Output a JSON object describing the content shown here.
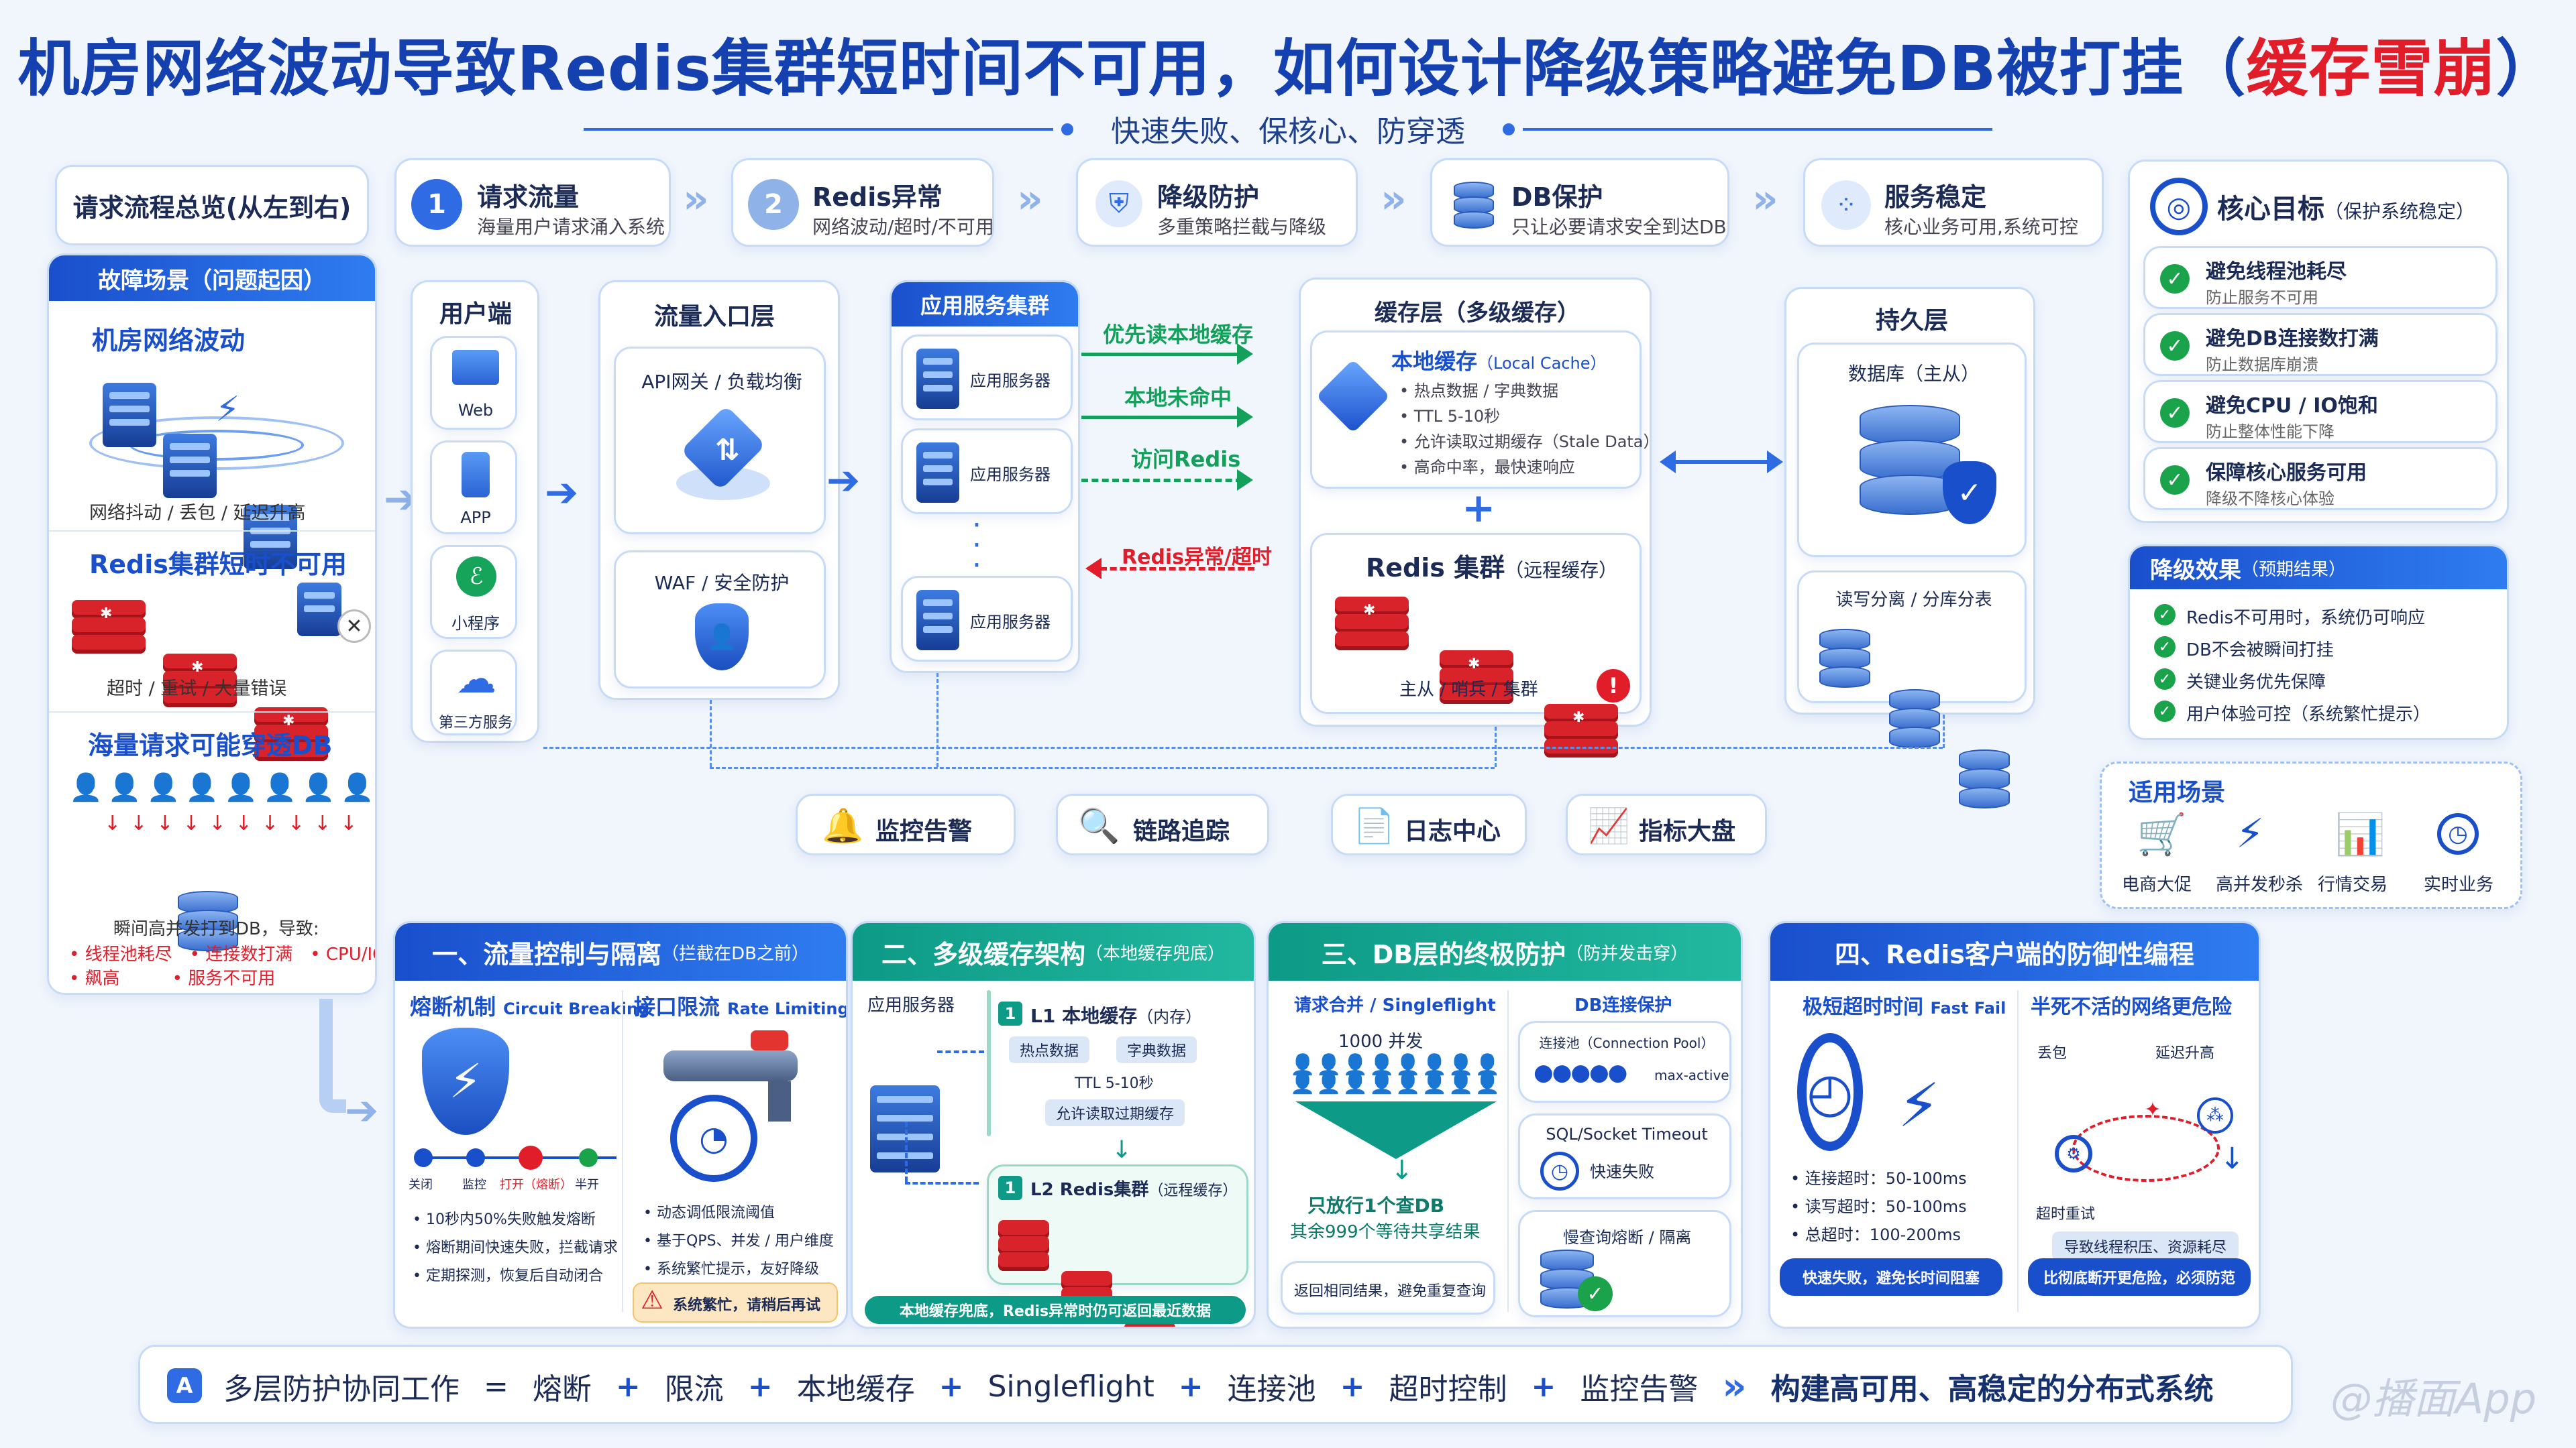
{
  "header": {
    "title_main": "机房网络波动导致Redis集群短时间不可用，如何设计降级策略避免DB被打挂（",
    "title_red": "缓存雪崩",
    "title_end": "）",
    "subtitle": "快速失败、保核心、防穿透"
  },
  "steps": {
    "overview": "请求流程总览(从左到右)",
    "items": [
      {
        "num": "1",
        "title": "请求流量",
        "desc": "海量用户请求涌入系统"
      },
      {
        "num": "2",
        "title": "Redis异常",
        "desc": "网络波动/超时/不可用"
      },
      {
        "title": "降级防护",
        "desc": "多重策略拦截与降级"
      },
      {
        "title": "DB保护",
        "desc": "只让必要请求安全到达DB"
      },
      {
        "title": "服务稳定",
        "desc": "核心业务可用,系统可控"
      }
    ]
  },
  "fault": {
    "head": "故障场景（问题起因）",
    "s1_title": "机房网络波动",
    "s1_desc": "网络抖动 / 丢包 / 延迟升高",
    "s2_title": "Redis集群短时不可用",
    "s2_desc": "超时 / 重试 / 大量错误",
    "s3_title": "海量请求可能穿透DB",
    "s3_desc": "瞬间高并发打到DB，导致:",
    "bul": [
      "线程池耗尽",
      "连接数打满",
      "CPU/IO",
      "飙高",
      "服务不可用"
    ]
  },
  "client": {
    "title": "用户端",
    "items": [
      "Web",
      "APP",
      "小程序",
      "第三方服务"
    ]
  },
  "entry": {
    "title": "流量入口层",
    "gw": "API网关 / 负载均衡",
    "waf": "WAF / 安全防护"
  },
  "app": {
    "title": "应用服务集群",
    "server": "应用服务器"
  },
  "flow": {
    "a1": "优先读本地缓存",
    "a2": "本地未命中",
    "a3": "访问Redis",
    "a4": "Redis异常/超时"
  },
  "cache": {
    "title": "缓存层（多级缓存）",
    "local_title": "本地缓存",
    "local_en": "（Local Cache）",
    "local_items": [
      "热点数据 / 字典数据",
      "TTL 5-10秒",
      "允许读取过期缓存（Stale Data）",
      "高命中率，最快速响应"
    ],
    "plus": "+",
    "redis_title": "Redis 集群",
    "redis_sub": "（远程缓存）",
    "redis_roles": "主从 / 哨兵 / 集群",
    "exclaim": "!"
  },
  "persist": {
    "title": "持久层",
    "db": "数据库（主从）",
    "rw": "读写分离 / 分库分表"
  },
  "monitor": [
    "监控告警",
    "链路追踪",
    "日志中心",
    "指标大盘"
  ],
  "goals": {
    "title": "核心目标",
    "title_sub": "（保护系统稳定）",
    "items": [
      {
        "t": "避免线程池耗尽",
        "d": "防止服务不可用"
      },
      {
        "t": "避免DB连接数打满",
        "d": "防止数据库崩溃"
      },
      {
        "t": "避免CPU / IO饱和",
        "d": "防止整体性能下降"
      },
      {
        "t": "保障核心服务可用",
        "d": "降级不降核心体验"
      }
    ]
  },
  "effect": {
    "title": "降级效果",
    "title_sub": "（预期结果）",
    "items": [
      "Redis不可用时，系统仍可响应",
      "DB不会被瞬间打挂",
      "关键业务优先保障",
      "用户体验可控（系统繁忙提示）"
    ]
  },
  "scenes": {
    "title": "适用场景",
    "items": [
      "电商大促",
      "高并发秒杀",
      "行情交易",
      "实时业务"
    ]
  },
  "p1": {
    "head": "一、流量控制与隔离",
    "head_sub": "（拦截在DB之前）",
    "cb_title": "熔断机制",
    "cb_en": "Circuit Breaking",
    "states": [
      "关闭",
      "监控",
      "打开（熔断）",
      "半开"
    ],
    "cb_bul": [
      "10秒内50%失败触发熔断",
      "熔断期间快速失败，拦截请求",
      "定期探测，恢复后自动闭合"
    ],
    "rl_title": "接口限流",
    "rl_en": "Rate Limiting",
    "rl_bul": [
      "动态调低限流阈值",
      "基于QPS、并发 / 用户维度",
      "系统繁忙提示，友好降级"
    ],
    "rl_warn": "系统繁忙，请稍后再试"
  },
  "p2": {
    "head": "二、多级缓存架构",
    "head_sub": "（本地缓存兜底）",
    "server": "应用服务器",
    "l1_num": "1",
    "l1": "L1 本地缓存",
    "l1_sub": "（内存）",
    "tags": [
      "热点数据",
      "字典数据"
    ],
    "ttl": "TTL 5-10秒",
    "stale": "允许读取过期缓存",
    "l2_num": "1",
    "l2": "L2 Redis集群",
    "l2_sub": "（远程缓存）",
    "bottom": "本地缓存兜底，Redis异常时仍可返回最近数据"
  },
  "p3": {
    "head": "三、DB层的终极防护",
    "head_sub": "（防并发击穿）",
    "sf_title": "请求合并 / Singleflight",
    "sf_1000": "1000 并发",
    "sf_one": "只放行1个查DB",
    "sf_wait": "其余999个等待共享结果",
    "sf_ret": "返回相同结果，避免重复查询",
    "pool_title": "DB连接保护",
    "pool": "连接池（Connection Pool）",
    "max": "max-active",
    "timeout": "SQL/Socket Timeout",
    "fast": "快速失败",
    "slow": "慢查询熔断 / 隔离"
  },
  "p4": {
    "head": "四、Redis客户端的防御性编程",
    "ff_title": "极短超时时间",
    "ff_en": "Fast Fail",
    "ff_bul": [
      "连接超时：50-100ms",
      "读写超时：50-100ms",
      "总超时：100-200ms"
    ],
    "ff_bottom": "快速失败，避免长时间阻塞",
    "net_title": "半死不活的网络更危险",
    "loss": "丢包",
    "lat": "延迟升高",
    "retry": "超时重试",
    "net_desc": "导致线程积压、资源耗尽",
    "net_bottom": "比彻底断开更危险，必须防范"
  },
  "footer": {
    "badge": "A",
    "lead": "多层防护协同工作",
    "eq": "=",
    "items": [
      "熔断",
      "限流",
      "本地缓存",
      "Singleflight",
      "连接池",
      "超时控制",
      "监控告警"
    ],
    "plus": "+",
    "arrow": "»",
    "goal": "构建高可用、高稳定的分布式系统"
  },
  "watermark": "@播面App",
  "colors": {
    "primary": "#1a4fcc",
    "accent_red": "#e11d2a",
    "success": "#1aa34a",
    "teal": "#0d9a86"
  }
}
